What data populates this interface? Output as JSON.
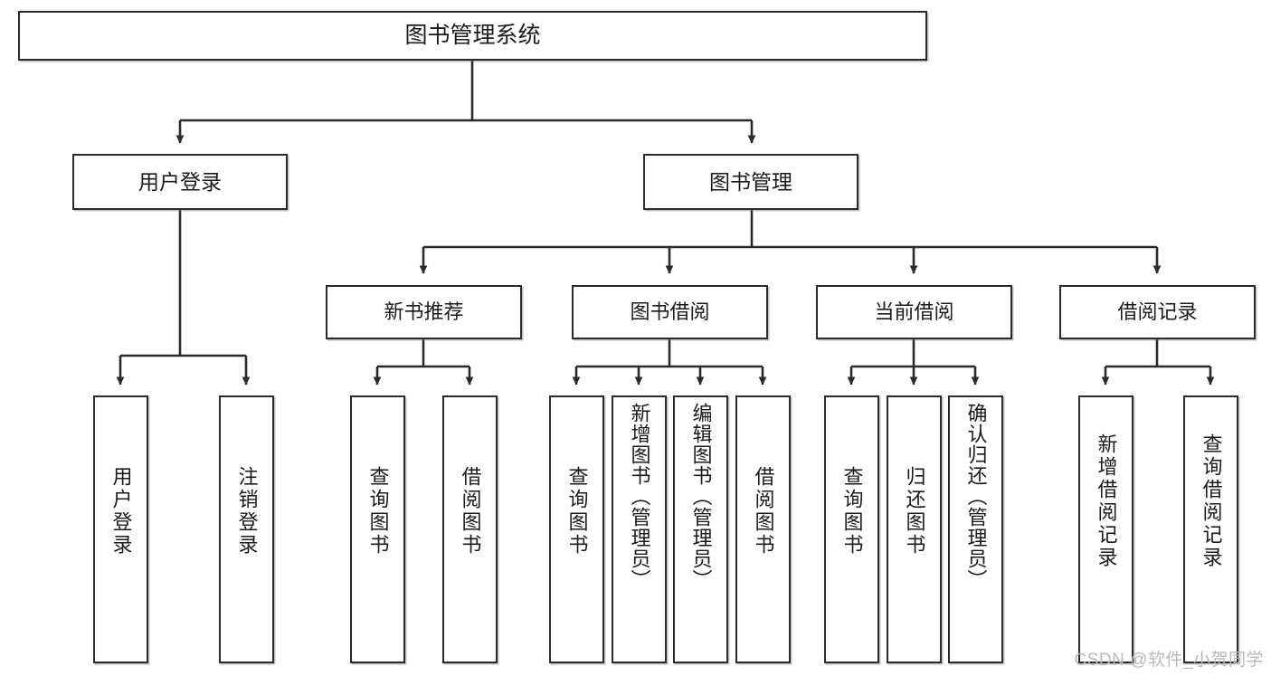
{
  "diagram": {
    "type": "tree",
    "title": "图书管理系统",
    "watermark": "CSDN @软件_小贺同学",
    "colors": {
      "background": "#ffffff",
      "node_border": "#2b2b2b",
      "node_fill": "#ffffff",
      "edge": "#2b2b2b",
      "text": "#1b1b1b",
      "watermark": "#b9b9b9"
    },
    "nodes": {
      "root": {
        "label": "图书管理系统"
      },
      "level2": [
        {
          "id": "user-login",
          "label": "用户登录"
        },
        {
          "id": "book-management",
          "label": "图书管理"
        }
      ],
      "level3": [
        {
          "id": "new-book-recommend",
          "label": "新书推荐"
        },
        {
          "id": "book-borrow",
          "label": "图书借阅"
        },
        {
          "id": "current-borrow",
          "label": "当前借阅"
        },
        {
          "id": "borrow-record",
          "label": "借阅记录"
        }
      ],
      "leaves": {
        "user-login": [
          {
            "id": "leaf-user-login",
            "label": "用户登录"
          },
          {
            "id": "leaf-logout-login",
            "label": "注销登录"
          }
        ],
        "new-book-recommend": [
          {
            "id": "leaf-query-book-1",
            "label": "查询图书"
          },
          {
            "id": "leaf-borrow-book-1",
            "label": "借阅图书"
          }
        ],
        "book-borrow": [
          {
            "id": "leaf-query-book-2",
            "label": "查询图书"
          },
          {
            "id": "leaf-add-book-admin",
            "label": "新增图书（管理员）"
          },
          {
            "id": "leaf-edit-book-admin",
            "label": "编辑图书（管理员）"
          },
          {
            "id": "leaf-borrow-book-2",
            "label": "借阅图书"
          }
        ],
        "current-borrow": [
          {
            "id": "leaf-query-book-3",
            "label": "查询图书"
          },
          {
            "id": "leaf-return-book",
            "label": "归还图书"
          },
          {
            "id": "leaf-confirm-return-admin",
            "label": "确认归还（管理员）"
          }
        ],
        "borrow-record": [
          {
            "id": "leaf-add-borrow-record",
            "label": "新增借阅记录"
          },
          {
            "id": "leaf-query-borrow-record",
            "label": "查询借阅记录"
          }
        ]
      }
    }
  }
}
